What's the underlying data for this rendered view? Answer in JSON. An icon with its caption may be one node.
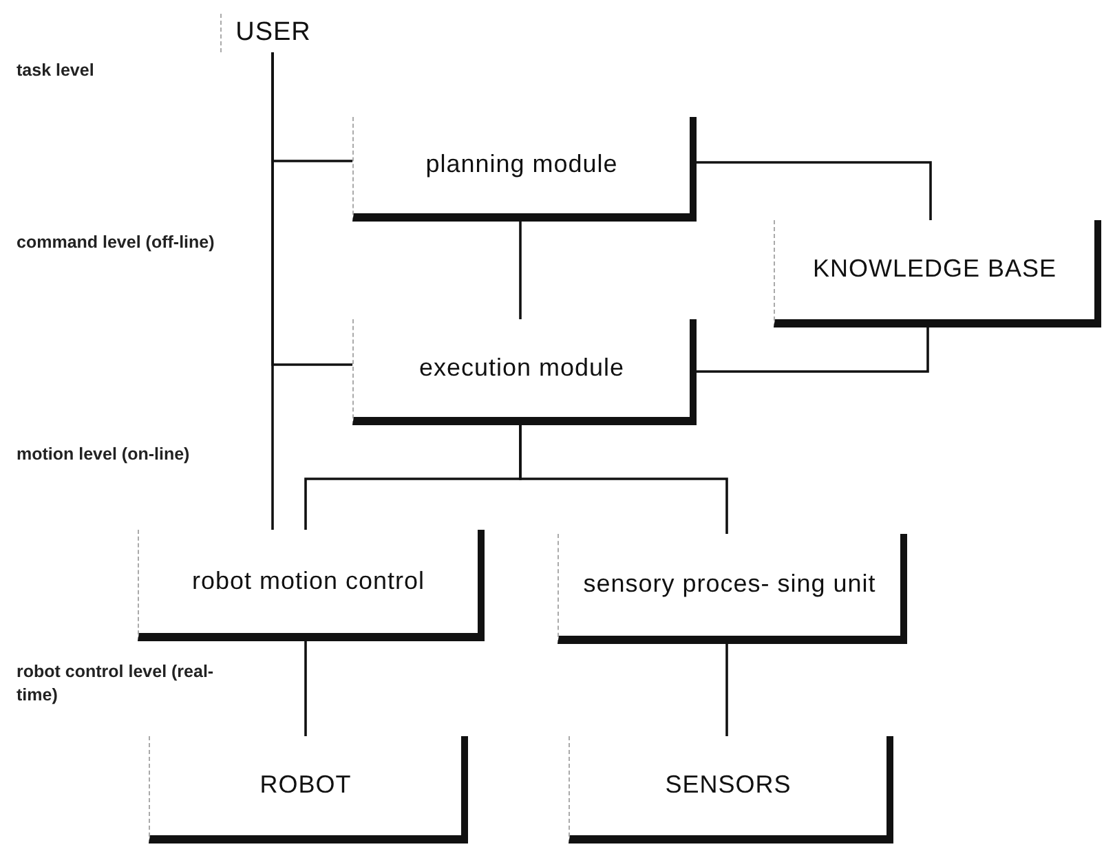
{
  "diagram": {
    "nodes": [
      {
        "text": [
          "USER"
        ]
      },
      {
        "text": [
          "planning module"
        ]
      },
      {
        "text": [
          "KNOWLEDGE BASE"
        ]
      },
      {
        "text": [
          "execution module"
        ]
      },
      {
        "text": [
          "robot motion control"
        ]
      },
      {
        "text": [
          "sensory proces- sing unit"
        ]
      },
      {
        "text": [
          "ROBOT"
        ]
      },
      {
        "text": [
          "SENSORS"
        ]
      }
    ],
    "edges": [
      {
        "from": 0,
        "to": 1,
        "arrow": "none"
      },
      {
        "from": 0,
        "to": 3,
        "arrow": "none"
      },
      {
        "from": 0,
        "to": 4,
        "arrow": "none"
      },
      {
        "from": 1,
        "to": 3,
        "arrow": "none"
      },
      {
        "from": 1,
        "to": 2,
        "arrow": "none"
      },
      {
        "from": 3,
        "to": 2,
        "arrow": "none"
      },
      {
        "from": 3,
        "to": 4,
        "arrow": "none"
      },
      {
        "from": 3,
        "to": 5,
        "arrow": "none"
      },
      {
        "from": 4,
        "to": 6,
        "arrow": "none"
      },
      {
        "from": 5,
        "to": 7,
        "arrow": "none"
      }
    ],
    "labels": [
      "task level",
      "command level (off-line)",
      "motion level (on-line)",
      "robot control level (real-time)"
    ]
  }
}
